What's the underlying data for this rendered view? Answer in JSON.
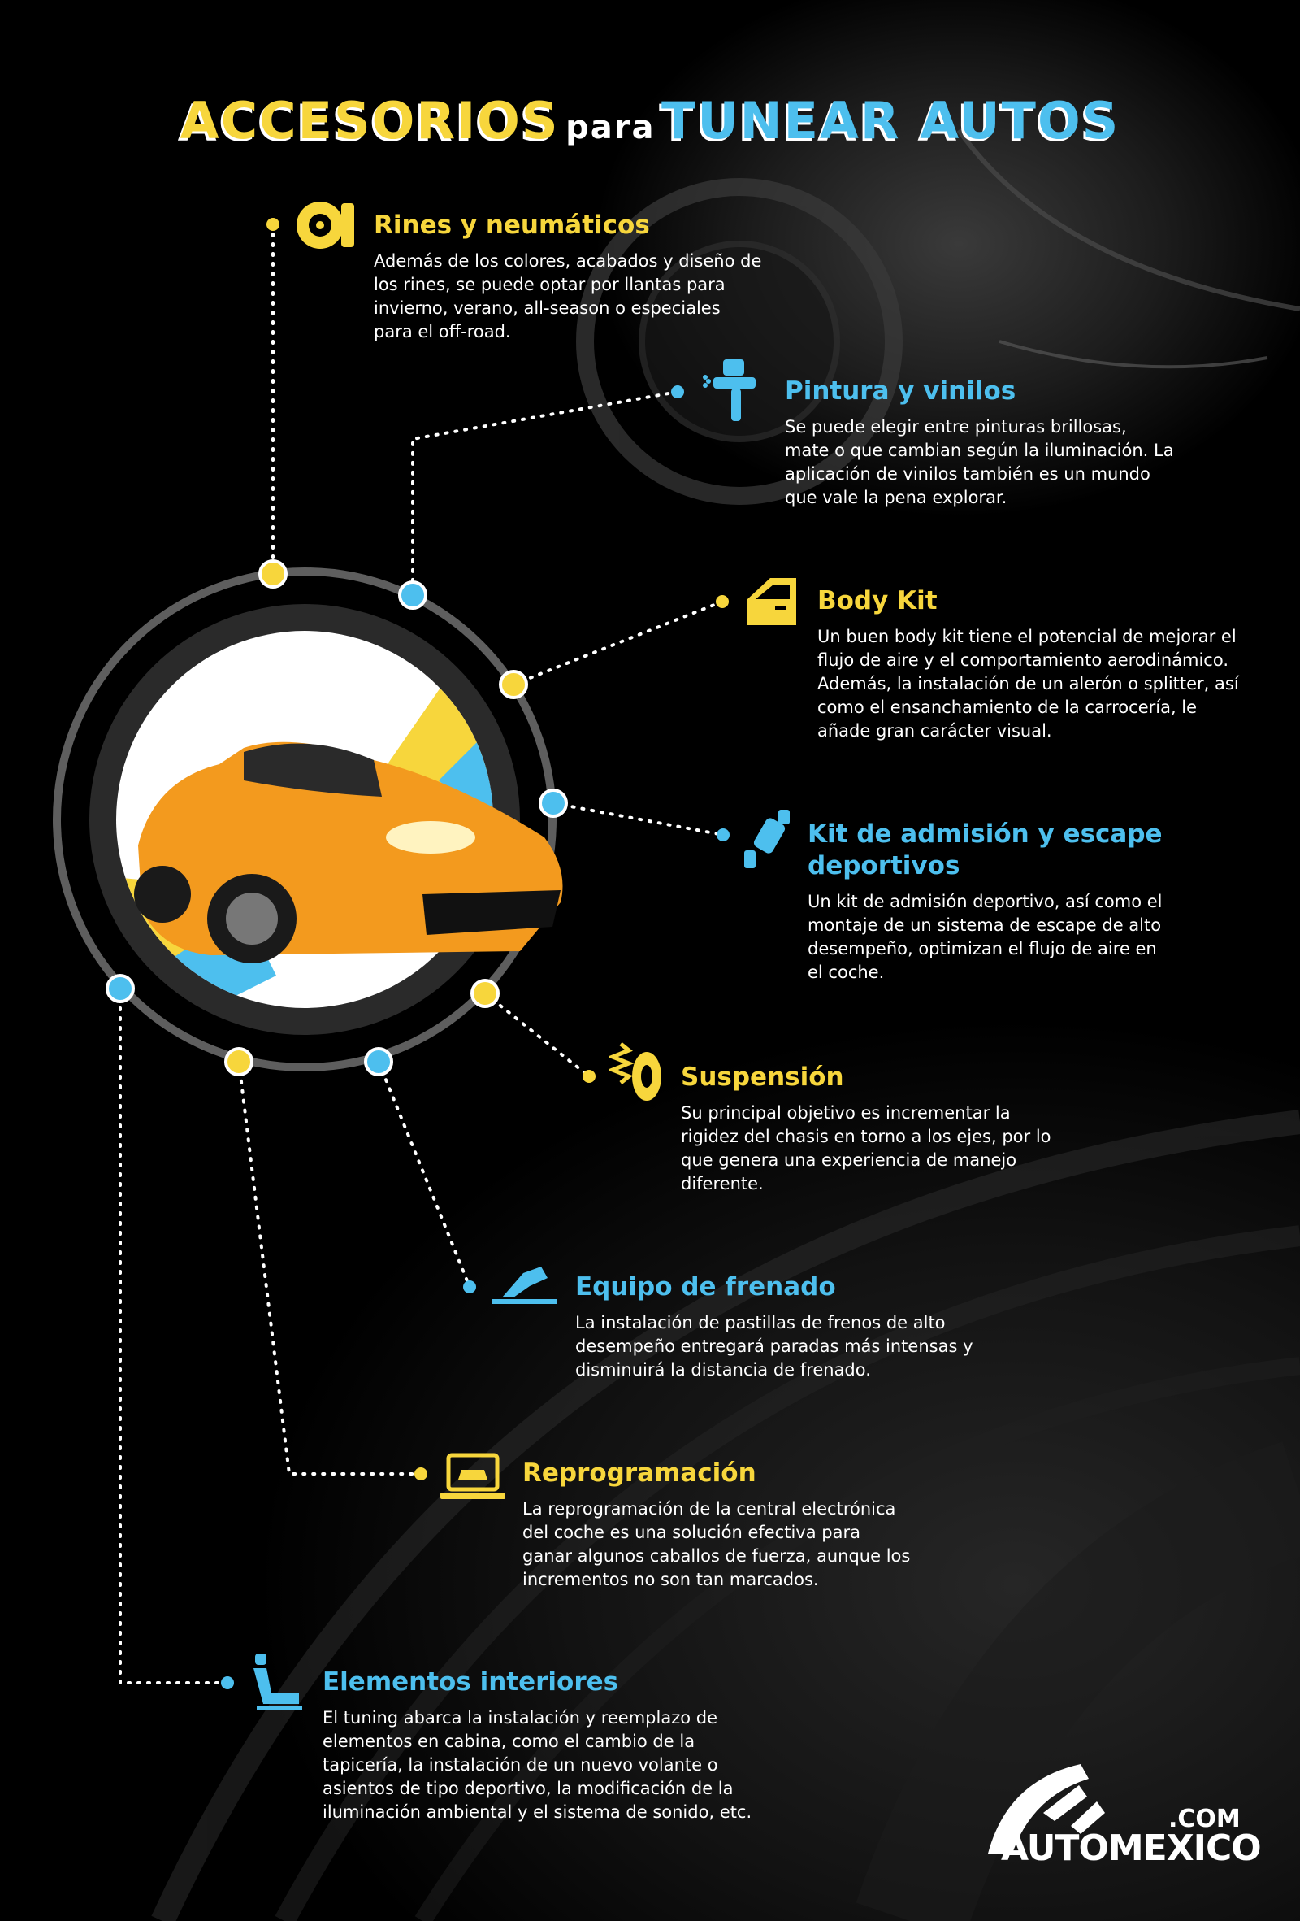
{
  "title": {
    "word1": "ACCESORIOS",
    "word2": "para",
    "word3": "TUNEAR AUTOS"
  },
  "items": [
    {
      "title": "Rines y neumáticos",
      "text": "Además de los colores, acabados y diseño de los rines, se puede optar por llantas para invierno, verano, all-season o especiales para el off-road.",
      "icon": "tire-icon",
      "color": "yellow"
    },
    {
      "title": "Pintura y vinilos",
      "text": "Se puede elegir entre pinturas brillosas, mate o que cambian según la iluminación. La aplicación de vinilos también es un mundo que vale la pena explorar.",
      "icon": "spray-gun-icon",
      "color": "blue"
    },
    {
      "title": "Body Kit",
      "text": "Un buen body kit tiene el potencial de mejorar el flujo de aire y el comportamiento aerodinámico. Además, la instalación de un alerón o splitter, así como el ensanchamiento de la carrocería, le añade gran carácter visual.",
      "icon": "car-door-icon",
      "color": "yellow"
    },
    {
      "title": "Kit de admisión y escape deportivos",
      "text": "Un kit de admisión deportivo, así como el montaje de un sistema de escape de alto desempeño, optimizan el flujo de aire en el coche.",
      "icon": "exhaust-icon",
      "color": "blue"
    },
    {
      "title": "Suspensión",
      "text": "Su principal objetivo es incrementar la rigidez del chasis en torno a los ejes, por lo que genera una experiencia de manejo diferente.",
      "icon": "suspension-icon",
      "color": "yellow"
    },
    {
      "title": "Equipo de frenado",
      "text": "La instalación de pastillas de frenos de alto desempeño entregará paradas más intensas y disminuirá la distancia de frenado.",
      "icon": "brake-pedal-icon",
      "color": "blue"
    },
    {
      "title": "Reprogramación",
      "text": "La reprogramación de la central electrónica del coche es una solución efectiva para ganar algunos caballos de fuerza, aunque los incrementos no son tan marcados.",
      "icon": "laptop-car-icon",
      "color": "yellow"
    },
    {
      "title": "Elementos interiores",
      "text": "El tuning abarca la instalación y reemplazo de elementos en cabina, como el cambio de la tapicería, la instalación de un nuevo volante o asientos de tipo deportivo, la modificación de la iluminación ambiental y el sistema de sonido, etc.",
      "icon": "car-seat-icon",
      "color": "blue"
    }
  ],
  "logo": {
    "com": ".COM",
    "name": "AUTOMEXICO"
  },
  "colors": {
    "yellow": "#f7d63c",
    "blue": "#4dbfee",
    "background": "#000000",
    "car": "#f39a1e"
  }
}
